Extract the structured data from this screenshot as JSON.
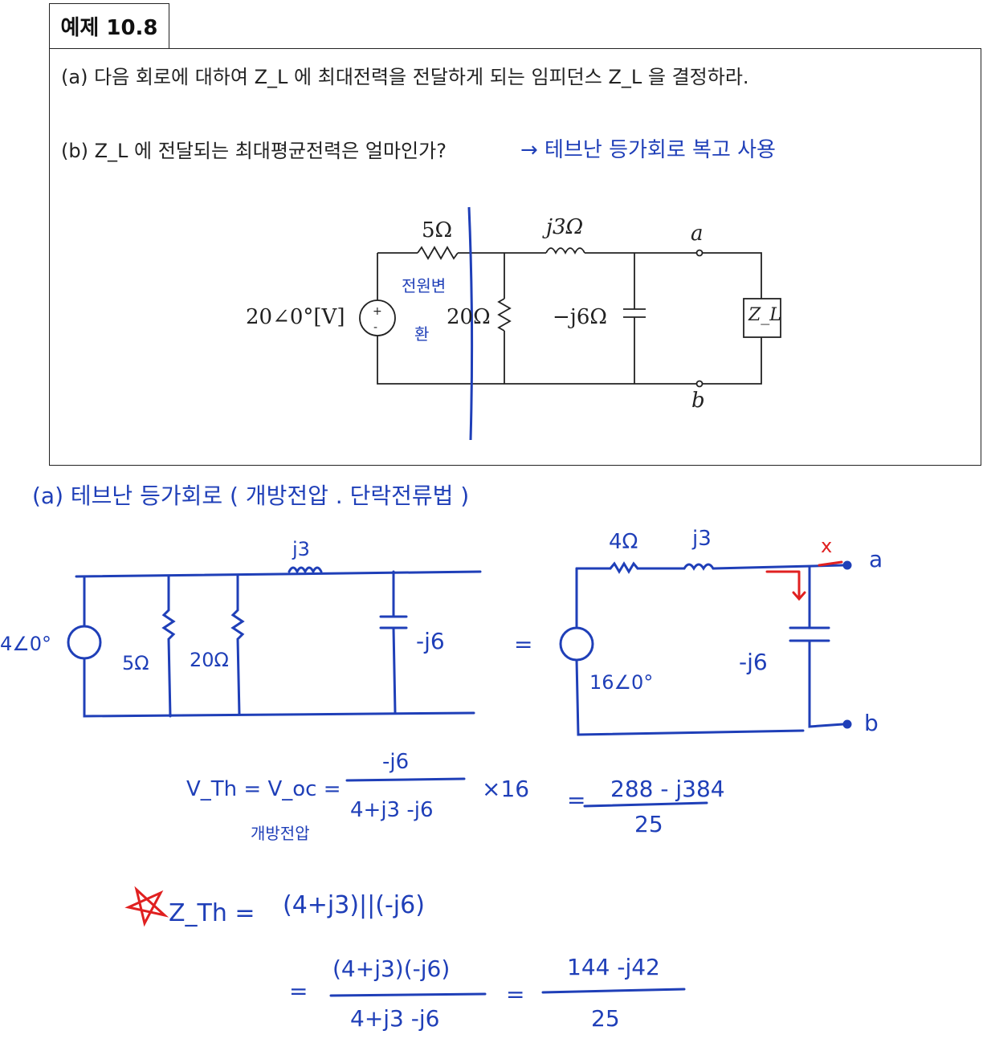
{
  "header": {
    "title": "예제 10.8"
  },
  "problem": {
    "part_a": "(a) 다음 회로에 대하여 Z_L 에 최대전력을 전달하게 되는 임피던스 Z_L 을 결정하라.",
    "part_b": "(b) Z_L 에 전달되는 최대평균전력은 얼마인가?",
    "note_b": "→ 테브난 등가회로 복고 사용"
  },
  "circuit": {
    "r1": "5Ω",
    "l1": "j3Ω",
    "node_a": "a",
    "node_b": "b",
    "source": "20∠0°[V]",
    "r2": "20Ω",
    "c1": "−j6Ω",
    "load": "Z_L",
    "note_convert_1": "전원변",
    "note_convert_2": "환"
  },
  "solution": {
    "heading": "(a) 테브난 등가회로 ( 개방전압 . 단락전류법 )",
    "left_circuit": {
      "source": "4∠0°",
      "r5": "5Ω",
      "r20": "20Ω",
      "l": "j3",
      "c": "-j6"
    },
    "equals": "=",
    "right_circuit": {
      "r": "4Ω",
      "l": "j3",
      "source": "16∠0°",
      "c": "-j6",
      "mark_x": "x",
      "node_a": "a",
      "node_b": "b"
    },
    "vth": {
      "lhs": "V_Th = V_oc =",
      "caption": "개방전압",
      "numerator": "-j6",
      "denominator": "4+j3 -j6",
      "times": "×16",
      "result_num": "288 - j384",
      "result_den": "25"
    },
    "zth": {
      "lhs": "Z_Th =",
      "expr": "(4+j3)||(-j6)",
      "num": "(4+j3)(-j6)",
      "den": "4+j3 -j6",
      "result_num": "144 -j42",
      "result_den": "25"
    }
  }
}
